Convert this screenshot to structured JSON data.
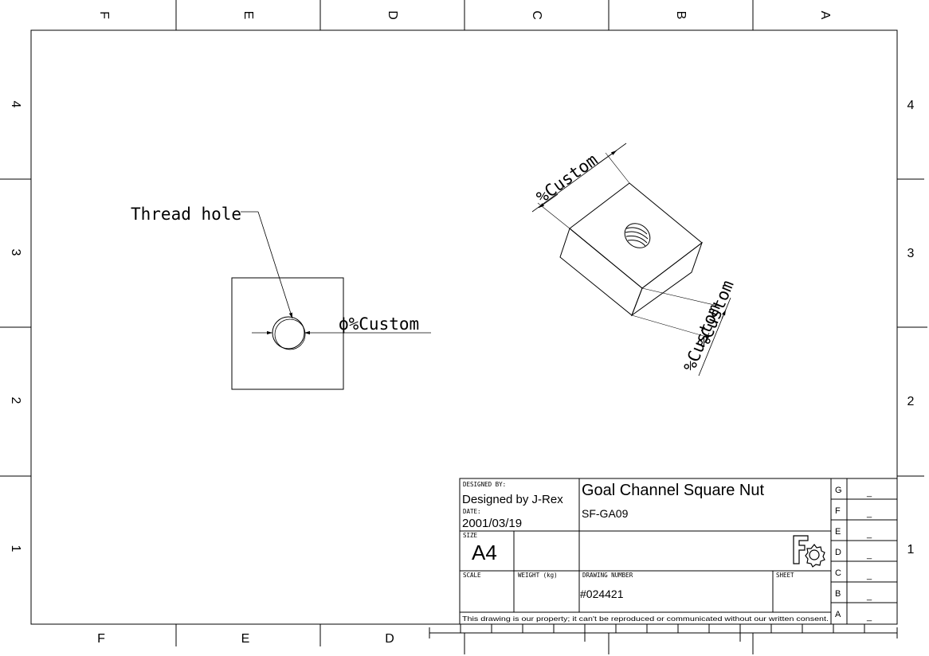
{
  "zones": {
    "columns": [
      "F",
      "E",
      "D",
      "C",
      "B",
      "A"
    ],
    "rows": [
      "4",
      "3",
      "2",
      "1"
    ]
  },
  "front_view": {
    "leader_label": "Thread hole",
    "diameter_dim": "ϕ%Custom"
  },
  "iso_view": {
    "dim_top": "%Custom",
    "dim_right_1": "%Custom",
    "dim_right_2": "%Custom"
  },
  "title_block": {
    "designed_by_label": "DESIGNED BY:",
    "designed_by": "Designed by J-Rex",
    "date_label": "DATE:",
    "date": "2001/03/19",
    "size_label": "SIZE",
    "size": "A4",
    "title": "Goal Channel Square Nut",
    "part_number": "SF-GA09",
    "scale_label": "SCALE",
    "weight_label": "WEIGHT (kg)",
    "drawing_number_label": "DRAWING NUMBER",
    "drawing_number": "#024421",
    "sheet_label": "SHEET",
    "disclaimer": "This drawing is our property; it can't be reproduced or communicated without our written consent.",
    "revisions": [
      {
        "letter": "G",
        "value": "_"
      },
      {
        "letter": "F",
        "value": "_"
      },
      {
        "letter": "E",
        "value": "_"
      },
      {
        "letter": "D",
        "value": "_"
      },
      {
        "letter": "C",
        "value": "_"
      },
      {
        "letter": "B",
        "value": "_"
      },
      {
        "letter": "A",
        "value": "_"
      }
    ]
  },
  "logo_icon": "freecad-gear-logo"
}
